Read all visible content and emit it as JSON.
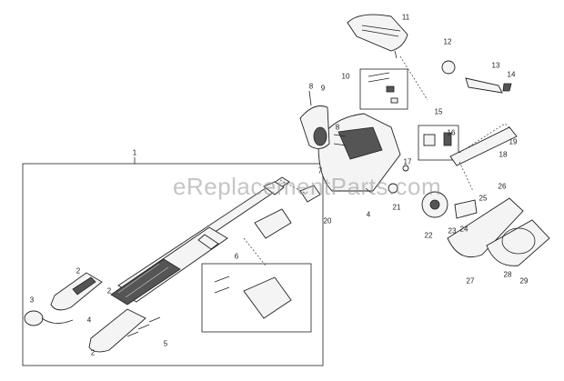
{
  "diagram": {
    "watermark": "eReplacementParts.com",
    "callouts": [
      "1",
      "2",
      "3",
      "4",
      "5",
      "6",
      "7",
      "8",
      "9",
      "10",
      "11",
      "12",
      "13",
      "14",
      "15",
      "16",
      "17",
      "18",
      "19",
      "20",
      "21",
      "22",
      "23",
      "24",
      "25",
      "26",
      "27",
      "28",
      "29"
    ],
    "callout_extra": [
      "2",
      "4",
      "8",
      "2"
    ]
  }
}
